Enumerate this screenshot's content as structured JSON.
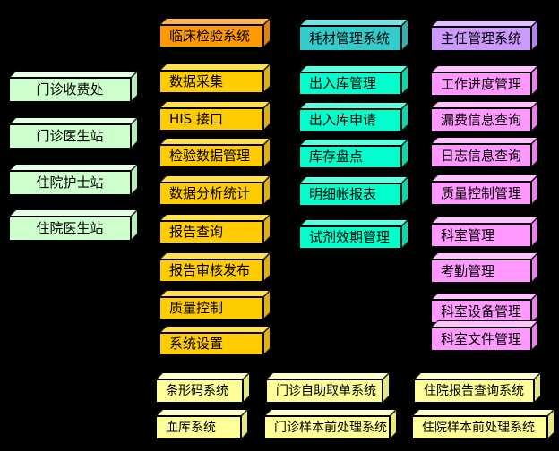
{
  "background": "#000000",
  "columns": {
    "clients": {
      "box_color": "#ccffcc",
      "items": [
        "门诊收费处",
        "门诊医生站",
        "住院护士站",
        "住院医生站"
      ]
    },
    "lab": {
      "header": "临床检验系统",
      "header_color": "#ff9900",
      "item_color": "#ffcc00",
      "items": [
        "数据采集",
        "HIS 接口",
        "检验数据管理",
        "数据分析统计",
        "报告查询",
        "报告审核发布",
        "质量控制",
        "系统设置"
      ]
    },
    "consumables": {
      "header": "耗材管理系统",
      "header_color": "#33cccc",
      "item_color": "#00ffcc",
      "items": [
        "出入库管理",
        "出入库申请",
        "库存盘点",
        "明细帐报表",
        "试剂效期管理"
      ]
    },
    "director": {
      "header": "主任管理系统",
      "header_color": "#cc99ff",
      "item_color": "#ff99ff",
      "items": [
        "工作进度管理",
        "漏费信息查询",
        "日志信息查询",
        "质量控制管理",
        "科室管理",
        "考勤管理",
        "科室设备管理",
        "科室文件管理"
      ]
    }
  },
  "bottom_systems": {
    "box_color": "#ffff99",
    "items": [
      "条形码系统",
      "门诊自助取单系统",
      "住院报告查询系统",
      "血库系统",
      "门诊样本前处理系统",
      "住院样本前处理系统"
    ]
  }
}
